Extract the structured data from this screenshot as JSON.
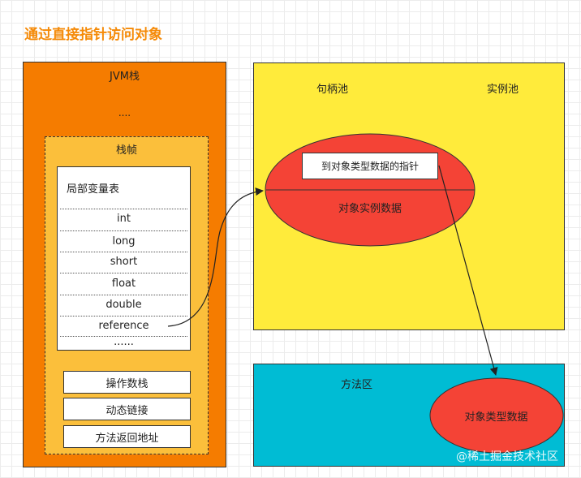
{
  "title": "通过直接指针访问对象",
  "jvm_stack": {
    "label": "JVM栈",
    "ellipsis": "....",
    "stack_frame": {
      "label": "栈帧",
      "local_var_table": {
        "title": "局部变量表",
        "rows": [
          "int",
          "long",
          "short",
          "float",
          "double",
          "reference",
          "......"
        ]
      },
      "operand_stack": "操作数栈",
      "dynamic_linking": "动态链接",
      "return_address": "方法返回地址"
    }
  },
  "heap": {
    "handle_pool": "句柄池",
    "instance_pool": "实例池",
    "object": {
      "pointer_box": "到对象类型数据的指针",
      "instance_data": "对象实例数据"
    }
  },
  "method_area": {
    "label": "方法区",
    "type_data": "对象类型数据"
  },
  "watermark": "@稀土掘金技术社区",
  "colors": {
    "title": "#f58a07",
    "jvm_stack": "#f57c00",
    "stack_frame": "#fbbf3b",
    "heap": "#ffeb3b",
    "method_area": "#00bcd4",
    "ellipse": "#f44336"
  }
}
